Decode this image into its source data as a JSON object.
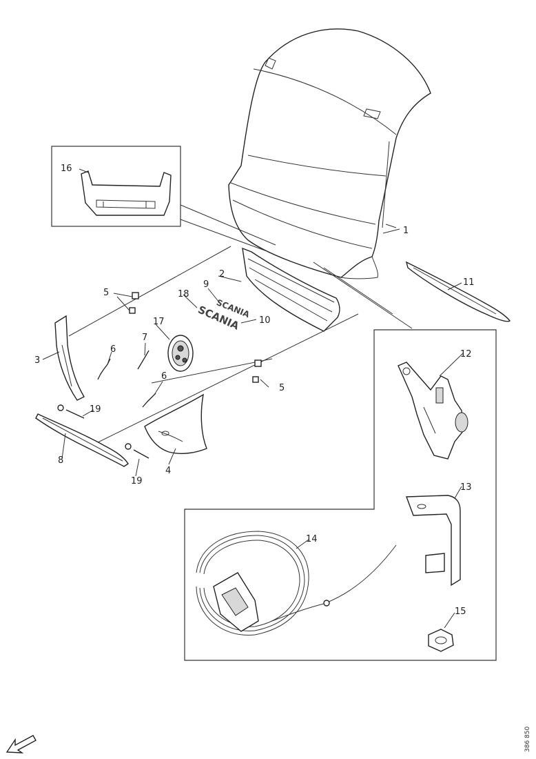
{
  "diagram": {
    "labels": {
      "p1": "1",
      "p2": "2",
      "p3": "3",
      "p4": "4",
      "p5a": "5",
      "p5b": "5",
      "p6a": "6",
      "p6b": "6",
      "p7": "7",
      "p8": "8",
      "p9": "9",
      "p10": "10",
      "p11": "11",
      "p12": "12",
      "p13": "13",
      "p14": "14",
      "p15": "15",
      "p16": "16",
      "p17": "17",
      "p18": "18",
      "p19a": "19",
      "p19b": "19"
    },
    "emblem_text_9": "SCANIA",
    "emblem_text_10": "SCANIA",
    "reference_number": "386 850"
  }
}
